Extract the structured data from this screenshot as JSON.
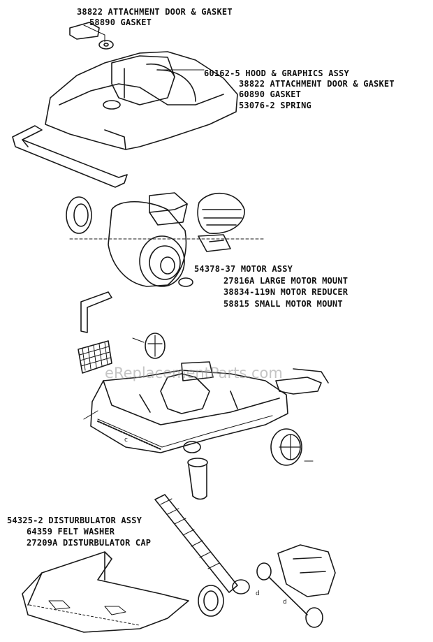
{
  "labels": {
    "top_group": [
      "38822 ATTACHMENT DOOR & GASKET",
      "58890 GASKET"
    ],
    "hood_group": [
      "60162-5 HOOD & GRAPHICS ASSY",
      "38822 ATTACHMENT DOOR & GASKET",
      "60890 GASKET",
      "53076-2 SPRING"
    ],
    "motor_group": [
      "54378-37 MOTOR ASSY",
      "27816A LARGE MOTOR MOUNT",
      "38834-119N MOTOR REDUCER",
      "58815 SMALL MOTOR MOUNT"
    ],
    "brush_group": [
      "54325-2 DISTURBULATOR ASSY",
      "64359 FELT WASHER",
      "27209A DISTURBULATOR CAP"
    ]
  },
  "watermark": "eReplacementParts.com"
}
